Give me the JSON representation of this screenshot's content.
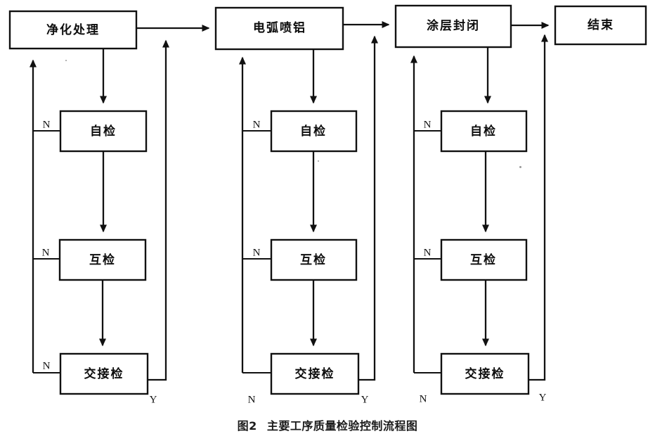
{
  "figure": {
    "caption_number": "图2",
    "caption_text": "主要工序质量检验控制流程图",
    "background_color": "#ffffff",
    "line_color": "#111111",
    "text_color": "#0d0d0d"
  },
  "diagram": {
    "type": "flowchart",
    "orientation": "left-to-right with vertical inspection loops",
    "stages": [
      {
        "id": "stage-1",
        "main_process": "净化处理",
        "inspections": [
          "自检",
          "互检",
          "交接检"
        ],
        "fail_label": "N",
        "pass_label": "Y"
      },
      {
        "id": "stage-2",
        "main_process": "电弧喷铝",
        "inspections": [
          "自检",
          "互检",
          "交接检"
        ],
        "fail_label": "N",
        "pass_label": "Y"
      },
      {
        "id": "stage-3",
        "main_process": "涂层封闭",
        "inspections": [
          "自检",
          "互检",
          "交接检"
        ],
        "fail_label": "N",
        "pass_label": "Y"
      }
    ],
    "terminal": {
      "id": "end-node",
      "label": "结束"
    },
    "branch_labels": {
      "fail": "N",
      "pass": "Y"
    }
  }
}
